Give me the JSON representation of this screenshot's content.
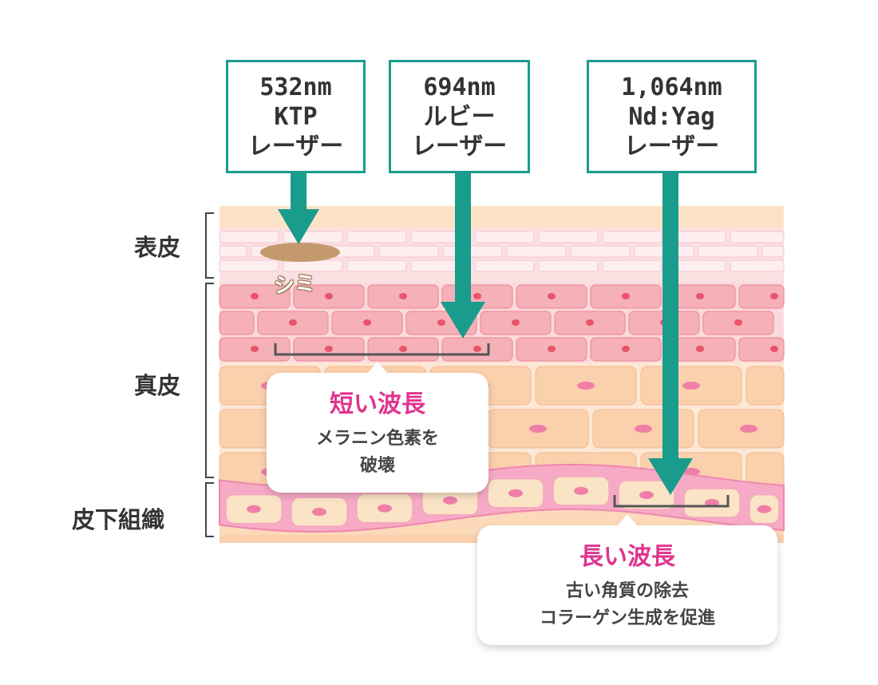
{
  "lasers": [
    {
      "wavelength": "532nm",
      "name": "KTP",
      "kind": "レーザー"
    },
    {
      "wavelength": "694nm",
      "name": "ルビー",
      "kind": "レーザー"
    },
    {
      "wavelength": "1,064nm",
      "name": "Nd:Yag",
      "kind": "レーザー"
    }
  ],
  "layers": {
    "epidermis": "表皮",
    "dermis": "真皮",
    "subcutaneous": "皮下組織"
  },
  "spot_label": "シミ",
  "short_wave": {
    "title": "短い波長",
    "line1": "メラニン色素を",
    "line2": "破壊"
  },
  "long_wave": {
    "title": "長い波長",
    "line1": "古い角質の除去",
    "line2": "コラーゲン生成を促進"
  },
  "colors": {
    "arrow": "#1a9c8c",
    "highlight_text": "#e0358f",
    "epidermis_cell": "#f5b0b8",
    "dermis_cell": "#fbd0ad",
    "subcutaneous_cell": "#fbe3c6",
    "spot": "#c49a6c"
  }
}
